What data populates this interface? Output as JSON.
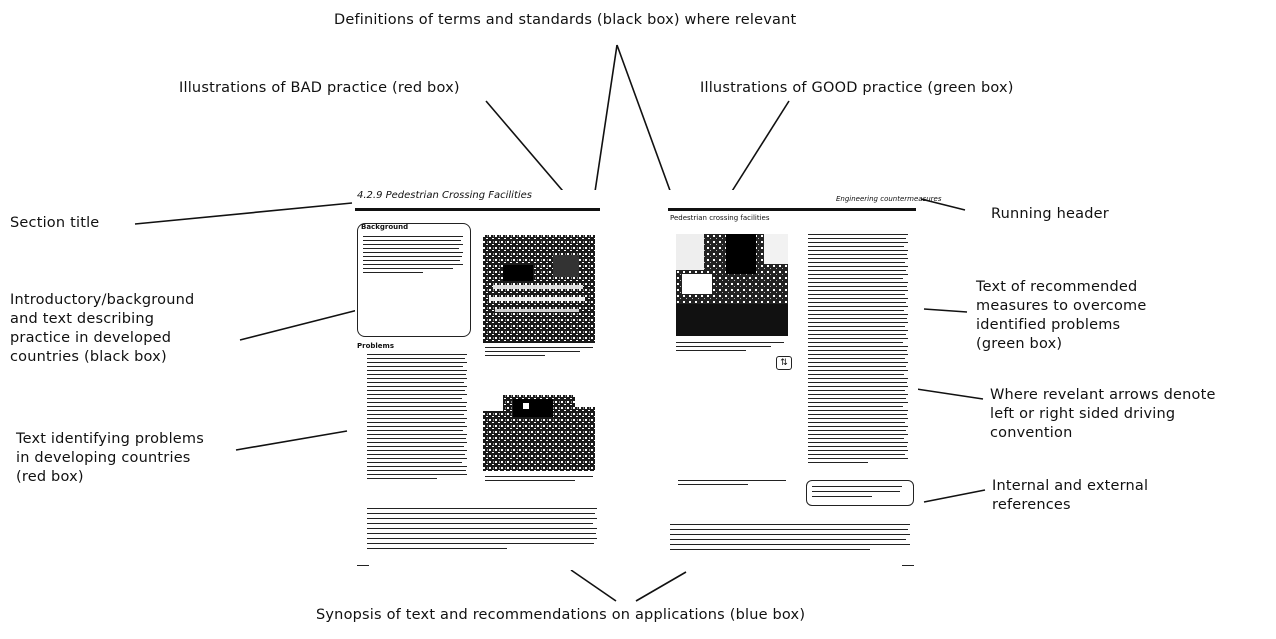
{
  "labels": {
    "definitions": "Definitions of terms and standards (black box) where relevant",
    "bad_practice": "Illustrations of BAD practice (red box)",
    "good_practice": "Illustrations of GOOD practice (green box)",
    "section_title": "Section title",
    "running_header": "Running header",
    "intro_lines": [
      "Introductory/background",
      "and text describing",
      "practice in developed",
      "countries (black box)"
    ],
    "recommended_lines": [
      "Text of recommended",
      "measures to overcome",
      "identified problems",
      "(green box)"
    ],
    "arrows_lines": [
      "Where revelant arrows denote",
      "left or right sided driving",
      "convention"
    ],
    "problems_lines": [
      "Text identifying problems",
      "in developing countries",
      "(red box)"
    ],
    "references_lines": [
      "Internal and external",
      "references"
    ],
    "synopsis": "Synopsis of text and recommendations on applications (blue box)"
  },
  "left_page": {
    "title": "4.2.9  Pedestrian Crossing Facilities",
    "box_heading": "Background",
    "problems_heading": "Problems"
  },
  "right_page": {
    "header": "Engineering countermeasures",
    "subheading": "Pedestrian crossing facilities"
  }
}
